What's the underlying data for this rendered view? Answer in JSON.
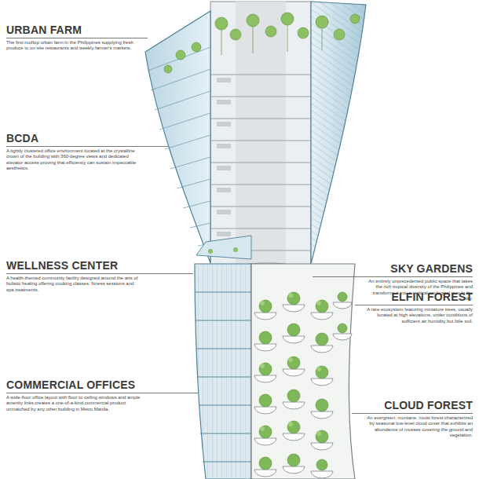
{
  "diagram": {
    "labels": [
      "URBAN FARM",
      "The first rooftop urban farm in the Philippines supplying fresh produce to on-site restaurants and weekly farmer's markets.",
      "BCDA",
      "A tightly clustered office environment located at the crystalline crown of the building with 360-degree views and dedicated elevator access proving that efficiency can sustain impeccable aesthetics.",
      "WELLNESS CENTER",
      "A health-themed community facility designed around the arts of holistic healing offering cooking classes, fitness sessions and spa treatments.",
      "COMMERCIAL OFFICES",
      "A wide-floor office layout with floor to ceiling windows and ample amenity links creates a one-of-a-kind commercial product unmatched by any other building in Metro Manila.",
      "SKY GARDENS",
      "An entirely unprecedented public space that takes the rich tropical diversity of the Philippines and transforms it into a vertical ecological icon in the sky.",
      "ELFIN FOREST",
      "A rare ecosystem featuring miniature trees, usually located at high elevations, under conditions of sufficient air humidity but little soil.",
      "CLOUD FOREST",
      "An evergreen, montane, moist forest characterized by seasonal low-level cloud cover that exhibits an abundance of mosses covering the ground and vegetation."
    ]
  }
}
